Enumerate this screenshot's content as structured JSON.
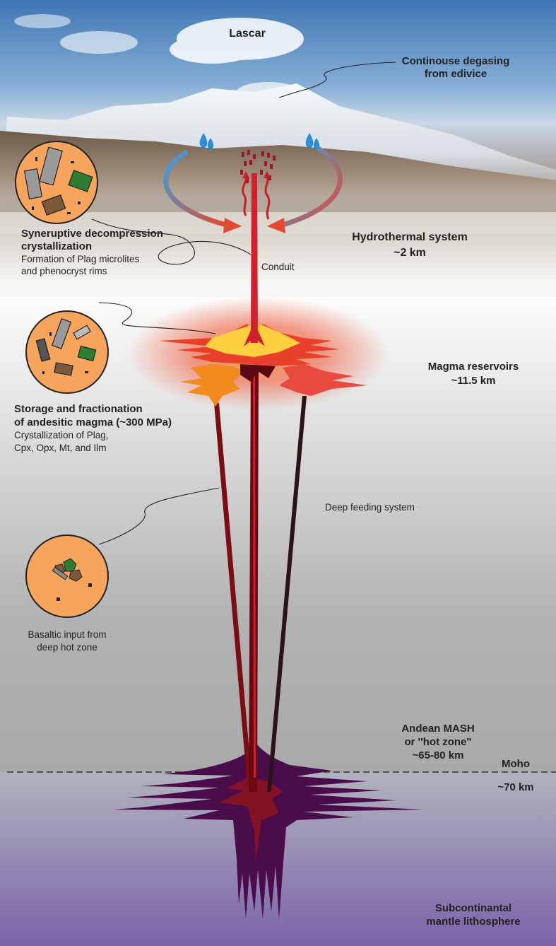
{
  "labels": {
    "lascar": "Lascar",
    "degas_1": "Continouse degasing",
    "degas_2": "from edivice",
    "hydro_1": "Hydrothermal system",
    "hydro_2": "~2 km",
    "syn_1": "Syneruptive decompression",
    "syn_2": "crystallization",
    "syn_3": "Formation of Plag microlites",
    "syn_4": "and phenocryst rims",
    "conduit": "Conduit",
    "res_1": "Magma reservoirs",
    "res_2": "~11.5 km",
    "stor_1": "Storage and fractionation",
    "stor_2": "of andesitic magma (~300 MPa)",
    "stor_3": "Crystallization of Plag,",
    "stor_4": "Cpx, Opx, Mt, and Ilm",
    "deep": "Deep feeding system",
    "bas_1": "Basaltic input from",
    "bas_2": "deep hot zone",
    "mash_1": "Andean  MASH",
    "mash_2": "or ''hot zone\"",
    "mash_3": "~65-80 km",
    "moho_1": "Moho",
    "moho_2": "~70 km",
    "mantle_1": "Subcontinantal",
    "mantle_2": "mantle lithosphere"
  },
  "colors": {
    "sky": "#4a7fb8",
    "snow": "#eef2f6",
    "crust_light": "#dcdcdc",
    "crust_mid": "#a9a9a9",
    "mantle": "#7a62a8",
    "mash": "#4a0a4a",
    "conduit_red": "#c81e2a",
    "dark_red": "#6d0c12",
    "reservoir_orange": "#f29a2e",
    "reservoir_yellow": "#ffd44a",
    "circle_fill": "#f7a45c",
    "water_blue": "#2a8fd6"
  }
}
